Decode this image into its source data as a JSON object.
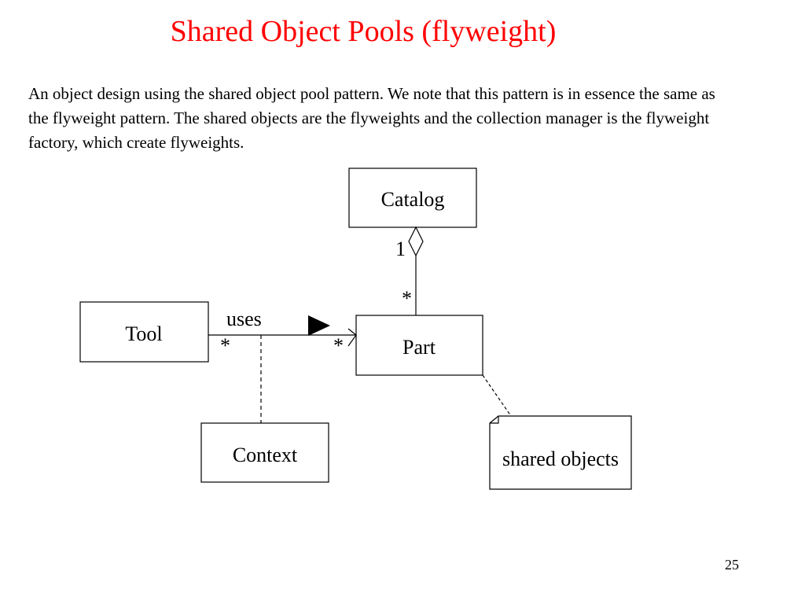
{
  "slide": {
    "title": "Shared Object Pools (flyweight)",
    "intro": "An object design using the shared object pool pattern. We note that this pattern is in essence the same as the flyweight pattern. The shared objects are the flyweights and the collection manager is the flyweight factory, which create flyweights.",
    "page_number": "25"
  },
  "diagram": {
    "classes": {
      "catalog": "Catalog",
      "tool": "Tool",
      "part": "Part",
      "context": "Context"
    },
    "note": "shared objects",
    "associations": {
      "catalog_part": {
        "catalog_multiplicity": "1",
        "part_multiplicity": "*"
      },
      "tool_part": {
        "label": "uses",
        "tool_multiplicity": "*",
        "part_multiplicity": "*"
      }
    }
  },
  "colors": {
    "title": "#ff0000",
    "text": "#000000",
    "background": "#ffffff"
  }
}
